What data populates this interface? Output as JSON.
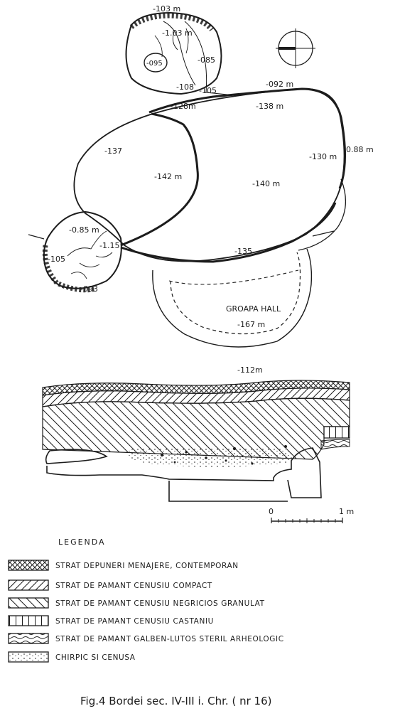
{
  "plan": {
    "top_pit": {
      "labels": [
        "-103 m",
        "-1.03 m",
        "-095",
        "-085",
        "-108",
        "-105"
      ]
    },
    "main_pit": {
      "labels": [
        "-092 m",
        "-128m",
        "-138 m",
        "-137",
        "-142 m",
        "-140 m",
        "-130 m",
        "-0.88 m",
        "-135"
      ]
    },
    "left_pit": {
      "labels": [
        "-0.85 m",
        "-1.15",
        "-105",
        "-093"
      ]
    },
    "hall_pit": {
      "name": "GROAPA HALL",
      "depth": "-167 m",
      "bottom": "-112m"
    }
  },
  "scale": {
    "zero": "0",
    "end": "1 m"
  },
  "legend": {
    "title": "LEGENDA",
    "items": [
      {
        "pattern": "cross-hatch",
        "text": "STRAT DEPUNERI MENAJERE, CONTEMPORAN"
      },
      {
        "pattern": "hatch-forward",
        "text": "STRAT DE PAMANT CENUSIU COMPACT"
      },
      {
        "pattern": "hatch-back",
        "text": "STRAT DE PAMANT CENUSIU NEGRICIOS GRANULAT"
      },
      {
        "pattern": "vertical",
        "text": "STRAT DE PAMANT CENUSIU CASTANIU"
      },
      {
        "pattern": "wavy",
        "text": "STRAT DE PAMANT GALBEN-LUTOS STERIL ARHEOLOGIC"
      },
      {
        "pattern": "dots",
        "text": "CHIRPIC SI CENUSA"
      }
    ]
  },
  "caption": "Fig.4  Bordei sec. IV-III  i. Chr. ( nr 16)",
  "colors": {
    "ink": "#1c1c1c",
    "paper": "#ffffff"
  }
}
